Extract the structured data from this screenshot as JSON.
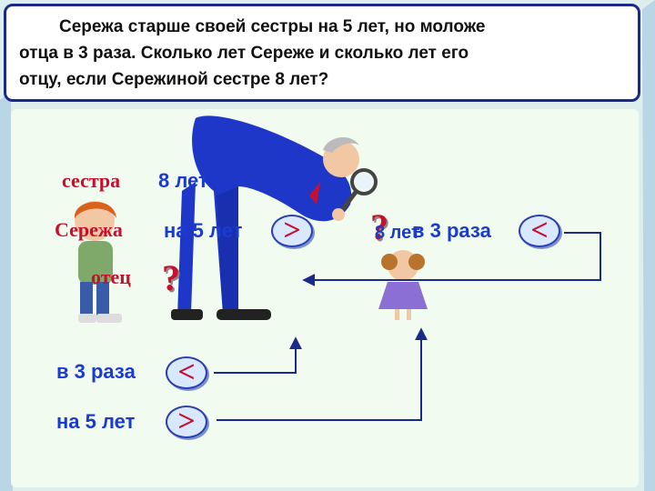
{
  "problem": {
    "line1": "Сережа старше своей сестры на 5 лет, но моложе",
    "line2": "отца в 3 раза. Сколько лет Сереже и сколько лет его",
    "line3": "отцу, если Сережиной сестре 8 лет?"
  },
  "labels": {
    "sister": "сестра",
    "sister_age": "8 лет",
    "seryozha": "Сережа",
    "older_by": "на 5 лет",
    "father": "отец",
    "unknown_1": "?",
    "unknown_2": "?",
    "sister_age_2": "8 лет",
    "times_3_top": "в 3 раза",
    "times_3_bottom": "в 3 раза",
    "five_years_bottom": "на 5 лет"
  },
  "signs": {
    "greater_1": ">",
    "less_1": "<",
    "less_2": "<",
    "greater_2": ">"
  },
  "colors": {
    "frame": "#1a2a8a",
    "accent_red": "#c8102e",
    "text_blue": "#1a3bd1",
    "suit_blue": "#1f37c8"
  }
}
